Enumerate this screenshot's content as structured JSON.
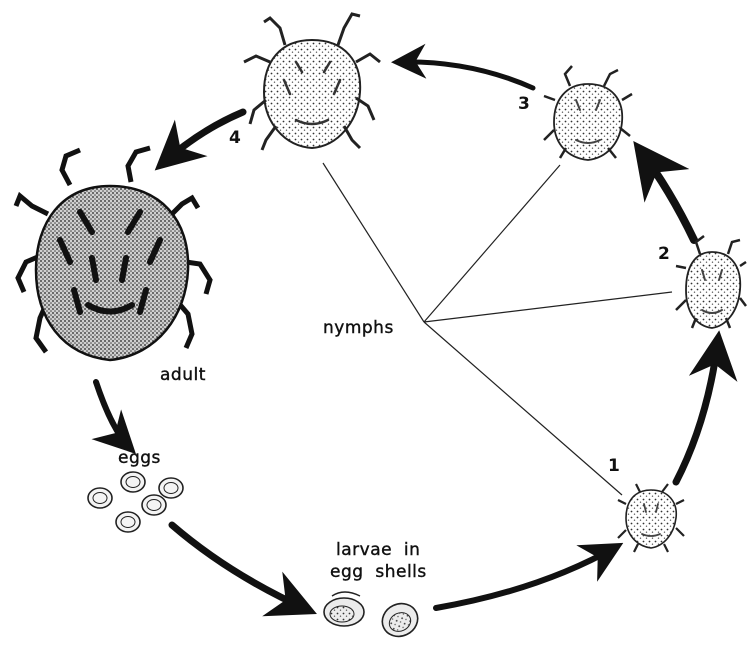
{
  "diagram": {
    "labels": {
      "adult": "adult",
      "eggs": "eggs",
      "larvae_line1": "larvae  in",
      "larvae_line2": "egg  shells",
      "nymphs": "nymphs",
      "stage_1": "1",
      "stage_2": "2",
      "stage_3": "3",
      "stage_4": "4"
    },
    "colors": {
      "ink": "#111111",
      "paper": "#ffffff",
      "body_fill": "#e4e4e4",
      "adult_fill": "#bdbdbd"
    }
  }
}
